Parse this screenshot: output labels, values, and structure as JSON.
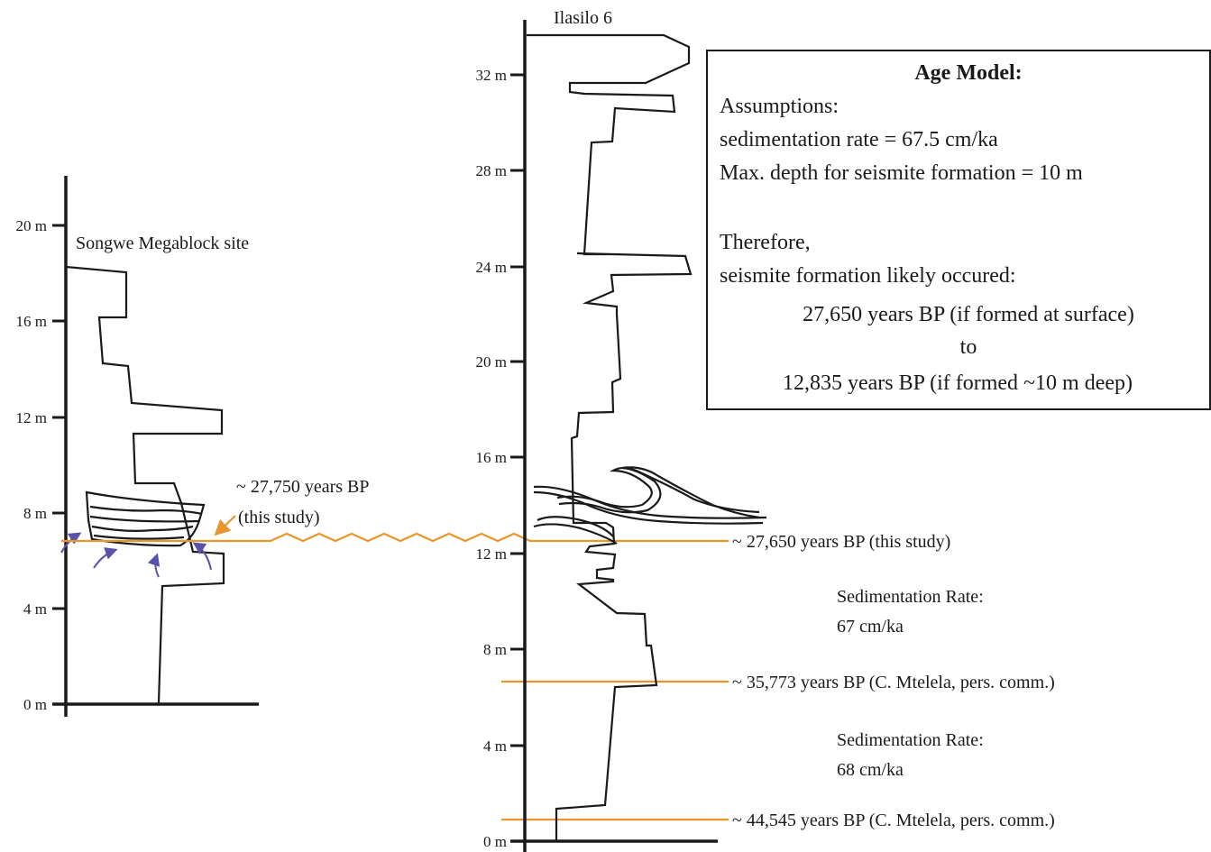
{
  "left_column": {
    "site_label": "Songwe Megablock site",
    "ticks": [
      "0 m",
      "4 m",
      "8 m",
      "12 m",
      "16 m",
      "20 m"
    ],
    "age_label_line1": "~ 27,750 years BP",
    "age_label_line2": "(this study)"
  },
  "right_column": {
    "site_label": "Ilasilo 6",
    "ticks": [
      "0 m",
      "4 m",
      "8 m",
      "12 m",
      "16 m",
      "20 m",
      "24 m",
      "28 m",
      "32 m"
    ]
  },
  "age_markers": {
    "top": "~ 27,650 years BP (this study)",
    "middle": "~ 35,773 years BP (C. Mtelela, pers. comm.)",
    "bottom": "~ 44,545 years BP (C. Mtelela, pers. comm.)"
  },
  "sedimentation": {
    "upper_label": "Sedimentation Rate:",
    "upper_value": "67 cm/ka",
    "lower_label": "Sedimentation Rate:",
    "lower_value": "68 cm/ka"
  },
  "age_model": {
    "title": "Age Model:",
    "lines": [
      "Assumptions:",
      "sedimentation rate = 67.5 cm/ka",
      "Max. depth for seismite formation = 10 m",
      "",
      "Therefore,",
      "seismite formation likely occured:",
      "27,650 years BP (if formed at surface)",
      "to",
      "12,835 years BP (if formed ~10 m deep)"
    ]
  },
  "colors": {
    "correlation_line": "#e8962e",
    "deformation_arrows": "#5a52a8",
    "log_outline": "#1a1a1a"
  }
}
